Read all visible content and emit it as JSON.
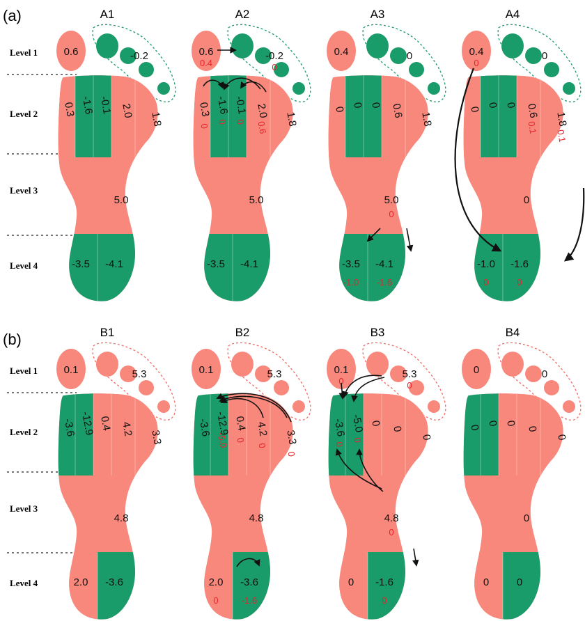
{
  "colors": {
    "positive": "#f8877c",
    "negative": "#1a9b6a",
    "outline_a": "#1a9b6a",
    "outline_b": "#f26b63",
    "red_text": "#e8242a",
    "arrow": "#111111"
  },
  "levels": [
    "Level 1",
    "Level 2",
    "Level 3",
    "Level 4"
  ],
  "panels": [
    {
      "label": "(a)",
      "feet": [
        {
          "title": "A1",
          "l1": {
            "sign": "pos",
            "value": "0.6",
            "after": ""
          },
          "toes": {
            "sign": "neg",
            "value": "-0.2",
            "after": ""
          },
          "l2": [
            {
              "sign": "pos",
              "value": "0.3",
              "after": ""
            },
            {
              "sign": "neg",
              "value": "-1.6",
              "after": ""
            },
            {
              "sign": "neg",
              "value": "-0.1",
              "after": ""
            },
            {
              "sign": "pos",
              "value": "2.0",
              "after": ""
            },
            {
              "sign": "pos",
              "value": "1.8",
              "after": ""
            }
          ],
          "l3": {
            "sign": "pos",
            "value": "5.0",
            "after": ""
          },
          "l4": [
            {
              "sign": "neg",
              "value": "-3.5",
              "after": ""
            },
            {
              "sign": "neg",
              "value": "-4.1",
              "after": ""
            }
          ]
        },
        {
          "title": "A2",
          "l1": {
            "sign": "pos",
            "value": "0.6",
            "after": "0.4"
          },
          "toes": {
            "sign": "neg",
            "value": "-0.2",
            "after": "0"
          },
          "l2": [
            {
              "sign": "pos",
              "value": "0.3",
              "after": "0"
            },
            {
              "sign": "neg",
              "value": "-1.6",
              "after": "0"
            },
            {
              "sign": "neg",
              "value": "-0.1",
              "after": "0"
            },
            {
              "sign": "pos",
              "value": "2.0",
              "after": "0.6"
            },
            {
              "sign": "pos",
              "value": "1.8",
              "after": ""
            }
          ],
          "l3": {
            "sign": "pos",
            "value": "5.0",
            "after": ""
          },
          "l4": [
            {
              "sign": "neg",
              "value": "-3.5",
              "after": ""
            },
            {
              "sign": "neg",
              "value": "-4.1",
              "after": ""
            }
          ]
        },
        {
          "title": "A3",
          "l1": {
            "sign": "pos",
            "value": "0.4",
            "after": ""
          },
          "toes": {
            "sign": "neg",
            "value": "0",
            "after": ""
          },
          "l2": [
            {
              "sign": "pos",
              "value": "0",
              "after": ""
            },
            {
              "sign": "neg",
              "value": "0",
              "after": ""
            },
            {
              "sign": "neg",
              "value": "0",
              "after": ""
            },
            {
              "sign": "pos",
              "value": "0.6",
              "after": ""
            },
            {
              "sign": "pos",
              "value": "1.8",
              "after": ""
            }
          ],
          "l3": {
            "sign": "pos",
            "value": "5.0",
            "after": "0"
          },
          "l4": [
            {
              "sign": "neg",
              "value": "-3.5",
              "after": "-1.0"
            },
            {
              "sign": "neg",
              "value": "-4.1",
              "after": "-1.6"
            }
          ]
        },
        {
          "title": "A4",
          "l1": {
            "sign": "pos",
            "value": "0.4",
            "after": "0"
          },
          "toes": {
            "sign": "neg",
            "value": "0",
            "after": ""
          },
          "l2": [
            {
              "sign": "pos",
              "value": "0",
              "after": ""
            },
            {
              "sign": "neg",
              "value": "0",
              "after": ""
            },
            {
              "sign": "neg",
              "value": "0",
              "after": ""
            },
            {
              "sign": "pos",
              "value": "0.6",
              "after": "0.1"
            },
            {
              "sign": "pos",
              "value": "1.8",
              "after": "0.1"
            }
          ],
          "l3": {
            "sign": "pos",
            "value": "0",
            "after": ""
          },
          "l4": [
            {
              "sign": "neg",
              "value": "-1.0",
              "after": "0"
            },
            {
              "sign": "neg",
              "value": "-1.6",
              "after": "0"
            }
          ]
        }
      ]
    },
    {
      "label": "(b)",
      "feet": [
        {
          "title": "B1",
          "l1": {
            "sign": "pos",
            "value": "0.1",
            "after": ""
          },
          "toes": {
            "sign": "pos",
            "value": "5.3",
            "after": ""
          },
          "l2": [
            {
              "sign": "neg",
              "value": "-3.6",
              "after": ""
            },
            {
              "sign": "neg",
              "value": "-12.9",
              "after": ""
            },
            {
              "sign": "pos",
              "value": "0.4",
              "after": ""
            },
            {
              "sign": "pos",
              "value": "4.2",
              "after": ""
            },
            {
              "sign": "pos",
              "value": "3.3",
              "after": ""
            }
          ],
          "l3": {
            "sign": "pos",
            "value": "4.8",
            "after": ""
          },
          "l4": [
            {
              "sign": "pos",
              "value": "2.0",
              "after": ""
            },
            {
              "sign": "neg",
              "value": "-3.6",
              "after": ""
            }
          ]
        },
        {
          "title": "B2",
          "l1": {
            "sign": "pos",
            "value": "0.1",
            "after": ""
          },
          "toes": {
            "sign": "pos",
            "value": "5.3",
            "after": ""
          },
          "l2": [
            {
              "sign": "neg",
              "value": "-3.6",
              "after": ""
            },
            {
              "sign": "neg",
              "value": "-12.9",
              "after": "-5.0"
            },
            {
              "sign": "pos",
              "value": "0.4",
              "after": "0"
            },
            {
              "sign": "pos",
              "value": "4.2",
              "after": "0"
            },
            {
              "sign": "pos",
              "value": "3.3",
              "after": "0"
            }
          ],
          "l3": {
            "sign": "pos",
            "value": "4.8",
            "after": ""
          },
          "l4": [
            {
              "sign": "pos",
              "value": "2.0",
              "after": "0"
            },
            {
              "sign": "neg",
              "value": "-3.6",
              "after": "-1.6"
            }
          ]
        },
        {
          "title": "B3",
          "l1": {
            "sign": "pos",
            "value": "0.1",
            "after": "0"
          },
          "toes": {
            "sign": "pos",
            "value": "5.3",
            "after": "0"
          },
          "l2": [
            {
              "sign": "neg",
              "value": "-3.6",
              "after": "0"
            },
            {
              "sign": "neg",
              "value": "-5.0",
              "after": "0"
            },
            {
              "sign": "pos",
              "value": "0",
              "after": ""
            },
            {
              "sign": "pos",
              "value": "0",
              "after": ""
            },
            {
              "sign": "pos",
              "value": "0",
              "after": ""
            }
          ],
          "l3": {
            "sign": "pos",
            "value": "4.8",
            "after": "0"
          },
          "l4": [
            {
              "sign": "pos",
              "value": "0",
              "after": ""
            },
            {
              "sign": "neg",
              "value": "-1.6",
              "after": "0"
            }
          ]
        },
        {
          "title": "B4",
          "l1": {
            "sign": "pos",
            "value": "0",
            "after": ""
          },
          "toes": {
            "sign": "pos",
            "value": "0",
            "after": ""
          },
          "l2": [
            {
              "sign": "neg",
              "value": "0",
              "after": ""
            },
            {
              "sign": "neg",
              "value": "0",
              "after": ""
            },
            {
              "sign": "pos",
              "value": "0",
              "after": ""
            },
            {
              "sign": "pos",
              "value": "0",
              "after": ""
            },
            {
              "sign": "pos",
              "value": "0",
              "after": ""
            }
          ],
          "l3": {
            "sign": "pos",
            "value": "0",
            "after": ""
          },
          "l4": [
            {
              "sign": "pos",
              "value": "0",
              "after": ""
            },
            {
              "sign": "neg",
              "value": "0",
              "after": ""
            }
          ]
        }
      ]
    }
  ]
}
